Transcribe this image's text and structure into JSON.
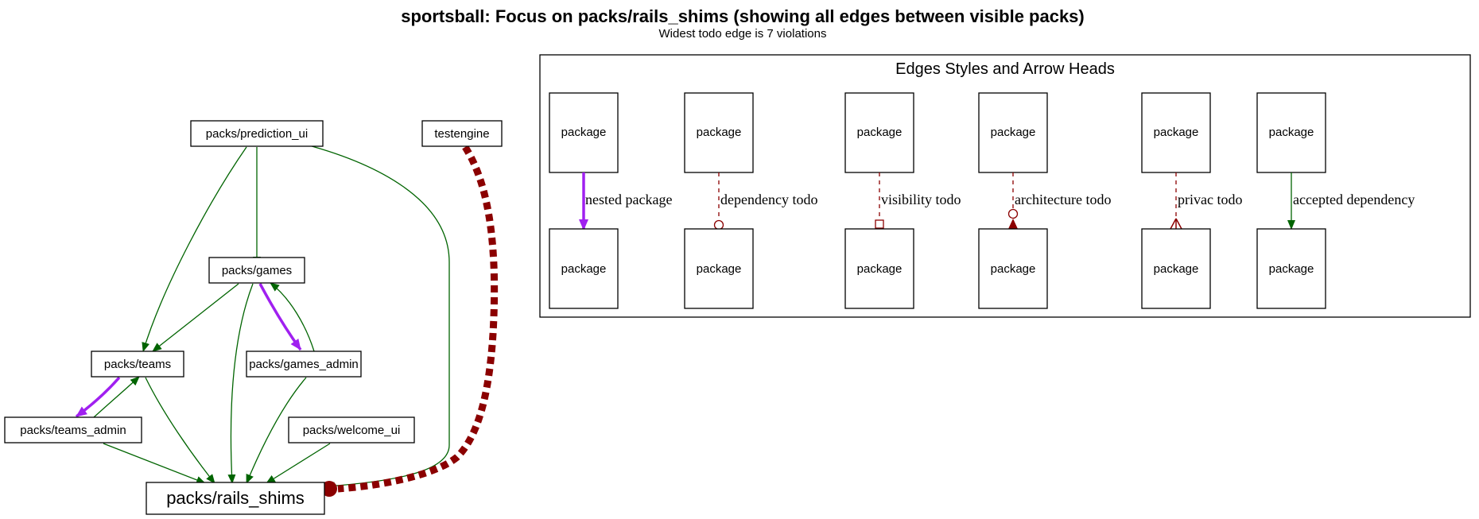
{
  "title": "sportsball: Focus on packs/rails_shims (showing all edges between visible packs)",
  "subtitle": "Widest todo edge is 7 violations",
  "nodes": {
    "prediction_ui": "packs/prediction_ui",
    "testengine": "testengine",
    "games": "packs/games",
    "teams": "packs/teams",
    "games_admin": "packs/games_admin",
    "teams_admin": "packs/teams_admin",
    "welcome_ui": "packs/welcome_ui",
    "rails_shims": "packs/rails_shims"
  },
  "legend": {
    "title": "Edges Styles and Arrow Heads",
    "package_label": "package",
    "edges": [
      "nested package",
      "dependency todo",
      "visibility todo",
      "architecture todo",
      "privac todo",
      "accepted dependency"
    ]
  },
  "colors": {
    "dependency": "#006400",
    "nested": "#a020f0",
    "todo": "#8b0000"
  }
}
